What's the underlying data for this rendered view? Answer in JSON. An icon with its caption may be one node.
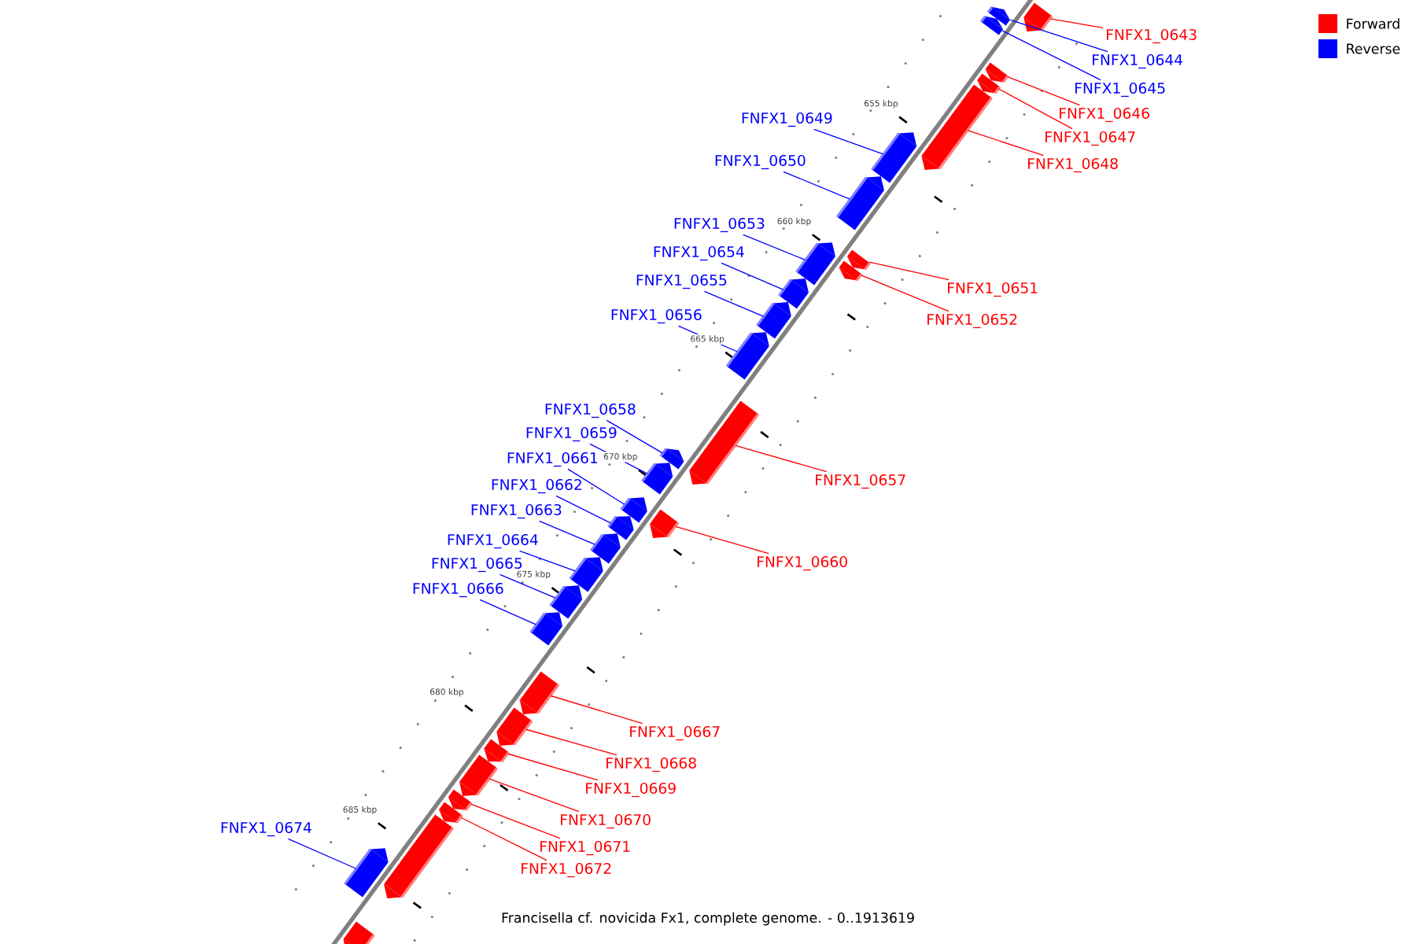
{
  "diagram": {
    "caption": "Francisella cf. novicida Fx1, complete genome. - 0..1913619",
    "nodes": [
      {
        "text": [
          "FNFX1_0643"
        ]
      },
      {
        "text": [],
        "shape": "bar"
      },
      {
        "text": [
          "FNFX1_0644"
        ]
      },
      {
        "text": [],
        "shape": "bar"
      },
      {
        "text": [
          "FNFX1_0645"
        ]
      },
      {
        "text": [],
        "shape": "bar"
      },
      {
        "text": [
          "FNFX1_0646"
        ]
      },
      {
        "text": [],
        "shape": "bar"
      },
      {
        "text": [
          "FNFX1_0647"
        ]
      },
      {
        "text": [],
        "shape": "bar"
      },
      {
        "text": [
          "FNFX1_0648"
        ]
      },
      {
        "text": [],
        "shape": "bar"
      },
      {
        "text": [
          "FNFX1_0649"
        ]
      },
      {
        "text": [],
        "shape": "bar"
      },
      {
        "text": [
          "FNFX1_0650"
        ]
      },
      {
        "text": [],
        "shape": "bar"
      },
      {
        "text": [
          "FNFX1_0651"
        ]
      },
      {
        "text": [],
        "shape": "bar"
      },
      {
        "text": [
          "FNFX1_0652"
        ]
      },
      {
        "text": [],
        "shape": "bar"
      },
      {
        "text": [
          "FNFX1_0653"
        ]
      },
      {
        "text": [],
        "shape": "bar"
      },
      {
        "text": [
          "FNFX1_0654"
        ]
      },
      {
        "text": [],
        "shape": "bar"
      },
      {
        "text": [
          "FNFX1_0655"
        ]
      },
      {
        "text": [],
        "shape": "bar"
      },
      {
        "text": [
          "FNFX1_0656"
        ]
      },
      {
        "text": [],
        "shape": "bar"
      },
      {
        "text": [
          "FNFX1_0657"
        ]
      },
      {
        "text": [],
        "shape": "bar"
      },
      {
        "text": [
          "FNFX1_0658"
        ]
      },
      {
        "text": [],
        "shape": "bar"
      },
      {
        "text": [
          "FNFX1_0659"
        ]
      },
      {
        "text": [],
        "shape": "bar"
      },
      {
        "text": [
          "FNFX1_0660"
        ]
      },
      {
        "text": [],
        "shape": "bar"
      },
      {
        "text": [
          "FNFX1_0661"
        ]
      },
      {
        "text": [],
        "shape": "bar"
      },
      {
        "text": [
          "FNFX1_0662"
        ]
      },
      {
        "text": [],
        "shape": "bar"
      },
      {
        "text": [
          "FNFX1_0663"
        ]
      },
      {
        "text": [],
        "shape": "bar"
      },
      {
        "text": [
          "FNFX1_0664"
        ]
      },
      {
        "text": [],
        "shape": "bar"
      },
      {
        "text": [
          "FNFX1_0665"
        ]
      },
      {
        "text": [],
        "shape": "bar"
      },
      {
        "text": [
          "FNFX1_0666"
        ]
      },
      {
        "text": [],
        "shape": "bar"
      },
      {
        "text": [
          "FNFX1_0667"
        ]
      },
      {
        "text": [],
        "shape": "bar"
      },
      {
        "text": [
          "FNFX1_0668"
        ]
      },
      {
        "text": [],
        "shape": "bar"
      },
      {
        "text": [
          "FNFX1_0669"
        ]
      },
      {
        "text": [],
        "shape": "bar"
      },
      {
        "text": [
          "FNFX1_0670"
        ]
      },
      {
        "text": [],
        "shape": "bar"
      },
      {
        "text": [
          "FNFX1_0671"
        ]
      },
      {
        "text": [],
        "shape": "bar"
      },
      {
        "text": [
          "FNFX1_0672"
        ]
      },
      {
        "text": [],
        "shape": "bar"
      },
      {
        "text": [],
        "shape": "bar"
      },
      {
        "text": [
          "FNFX1_0674"
        ]
      },
      {
        "text": [],
        "shape": "bar"
      },
      {
        "text": [],
        "shape": "bar"
      }
    ],
    "edges": [
      {
        "from": 0,
        "to": 1,
        "arrow": "none",
        "color": "#ff0000"
      },
      {
        "from": 2,
        "to": 3,
        "arrow": "none"
      },
      {
        "from": 4,
        "to": 5,
        "arrow": "none"
      },
      {
        "from": 6,
        "to": 7,
        "arrow": "none",
        "color": "#ff0000"
      },
      {
        "from": 8,
        "to": 9,
        "arrow": "none",
        "color": "#ff0000"
      },
      {
        "from": 10,
        "to": 11,
        "arrow": "none",
        "color": "#ff0000"
      },
      {
        "from": 12,
        "to": 13,
        "arrow": "none"
      },
      {
        "from": 14,
        "to": 15,
        "arrow": "none"
      },
      {
        "from": 16,
        "to": 17,
        "arrow": "none",
        "color": "#ff0000"
      },
      {
        "from": 18,
        "to": 19,
        "arrow": "none",
        "color": "#ff0000"
      },
      {
        "from": 20,
        "to": 21,
        "arrow": "none"
      },
      {
        "from": 22,
        "to": 23,
        "arrow": "none"
      },
      {
        "from": 24,
        "to": 25,
        "arrow": "none"
      },
      {
        "from": 26,
        "to": 27,
        "arrow": "none"
      },
      {
        "from": 28,
        "to": 29,
        "arrow": "none",
        "color": "#ff0000"
      },
      {
        "from": 30,
        "to": 31,
        "arrow": "none"
      },
      {
        "from": 32,
        "to": 33,
        "arrow": "none"
      },
      {
        "from": 34,
        "to": 35,
        "arrow": "none",
        "color": "#ff0000"
      },
      {
        "from": 36,
        "to": 37,
        "arrow": "none"
      },
      {
        "from": 38,
        "to": 39,
        "arrow": "none"
      },
      {
        "from": 40,
        "to": 41,
        "arrow": "none"
      },
      {
        "from": 42,
        "to": 43,
        "arrow": "none"
      },
      {
        "from": 44,
        "to": 45,
        "arrow": "none"
      },
      {
        "from": 46,
        "to": 47,
        "arrow": "none"
      },
      {
        "from": 48,
        "to": 49,
        "arrow": "none",
        "color": "#ff0000"
      },
      {
        "from": 50,
        "to": 51,
        "arrow": "none",
        "color": "#ff0000"
      },
      {
        "from": 52,
        "to": 53,
        "arrow": "none",
        "color": "#ff0000"
      },
      {
        "from": 54,
        "to": 55,
        "arrow": "none",
        "color": "#ff0000"
      },
      {
        "from": 56,
        "to": 57,
        "arrow": "none",
        "color": "#ff0000"
      },
      {
        "from": 58,
        "to": 59,
        "arrow": "none",
        "color": "#ff0000"
      },
      {
        "from": 61,
        "to": 62,
        "arrow": "none"
      }
    ],
    "labels": [
      "655 kbp",
      "660 kbp",
      "665 kbp",
      "670 kbp",
      "675 kbp",
      "680 kbp",
      "685 kbp"
    ],
    "legend": [
      {
        "text": "Forward",
        "color": "#ff0000"
      },
      {
        "text": "Reverse",
        "color": "#0000ff"
      }
    ]
  }
}
